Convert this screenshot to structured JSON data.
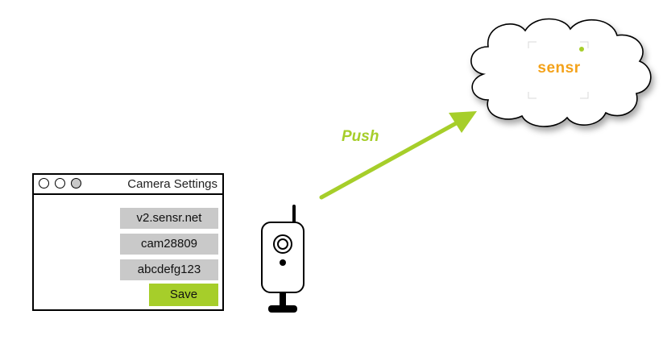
{
  "window": {
    "title": "Camera Settings",
    "fields": [
      {
        "value": "v2.sensr.net"
      },
      {
        "value": "cam28809"
      },
      {
        "value": "abcdefg123"
      }
    ],
    "save_label": "Save"
  },
  "arrow": {
    "label": "Push",
    "color": "#a6ce2a"
  },
  "cloud": {
    "brand": "sensr",
    "brand_color": "#f4a21a"
  },
  "camera": {
    "icon": "webcam-icon"
  }
}
